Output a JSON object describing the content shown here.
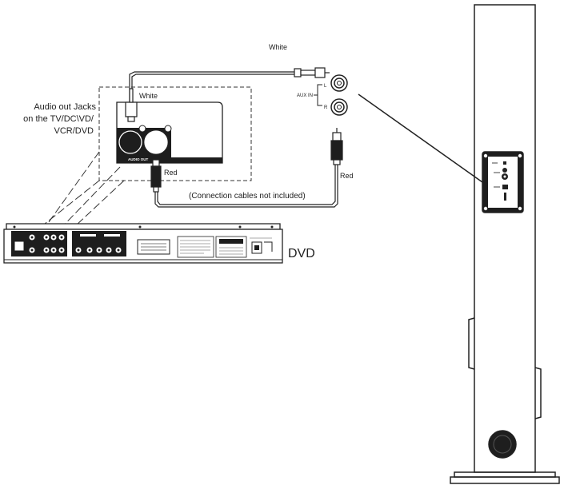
{
  "labels": {
    "white_top": "White",
    "white_plug": "White",
    "red_plug": "Red",
    "red_right": "Red",
    "audio_out_jacks": [
      "Audio out  Jacks",
      "on the TV/DC\\VD/",
      "VCR/DVD"
    ],
    "audio_out_panel": "AUDIO OUT",
    "aux_in": "AUX IN",
    "aux_l": "L",
    "aux_r": "R",
    "cables_note": "(Connection cables not included)",
    "dvd": "DVD"
  },
  "colors": {
    "line": "#222222",
    "panel_fill": "#1e1e1e",
    "background": "#ffffff"
  }
}
